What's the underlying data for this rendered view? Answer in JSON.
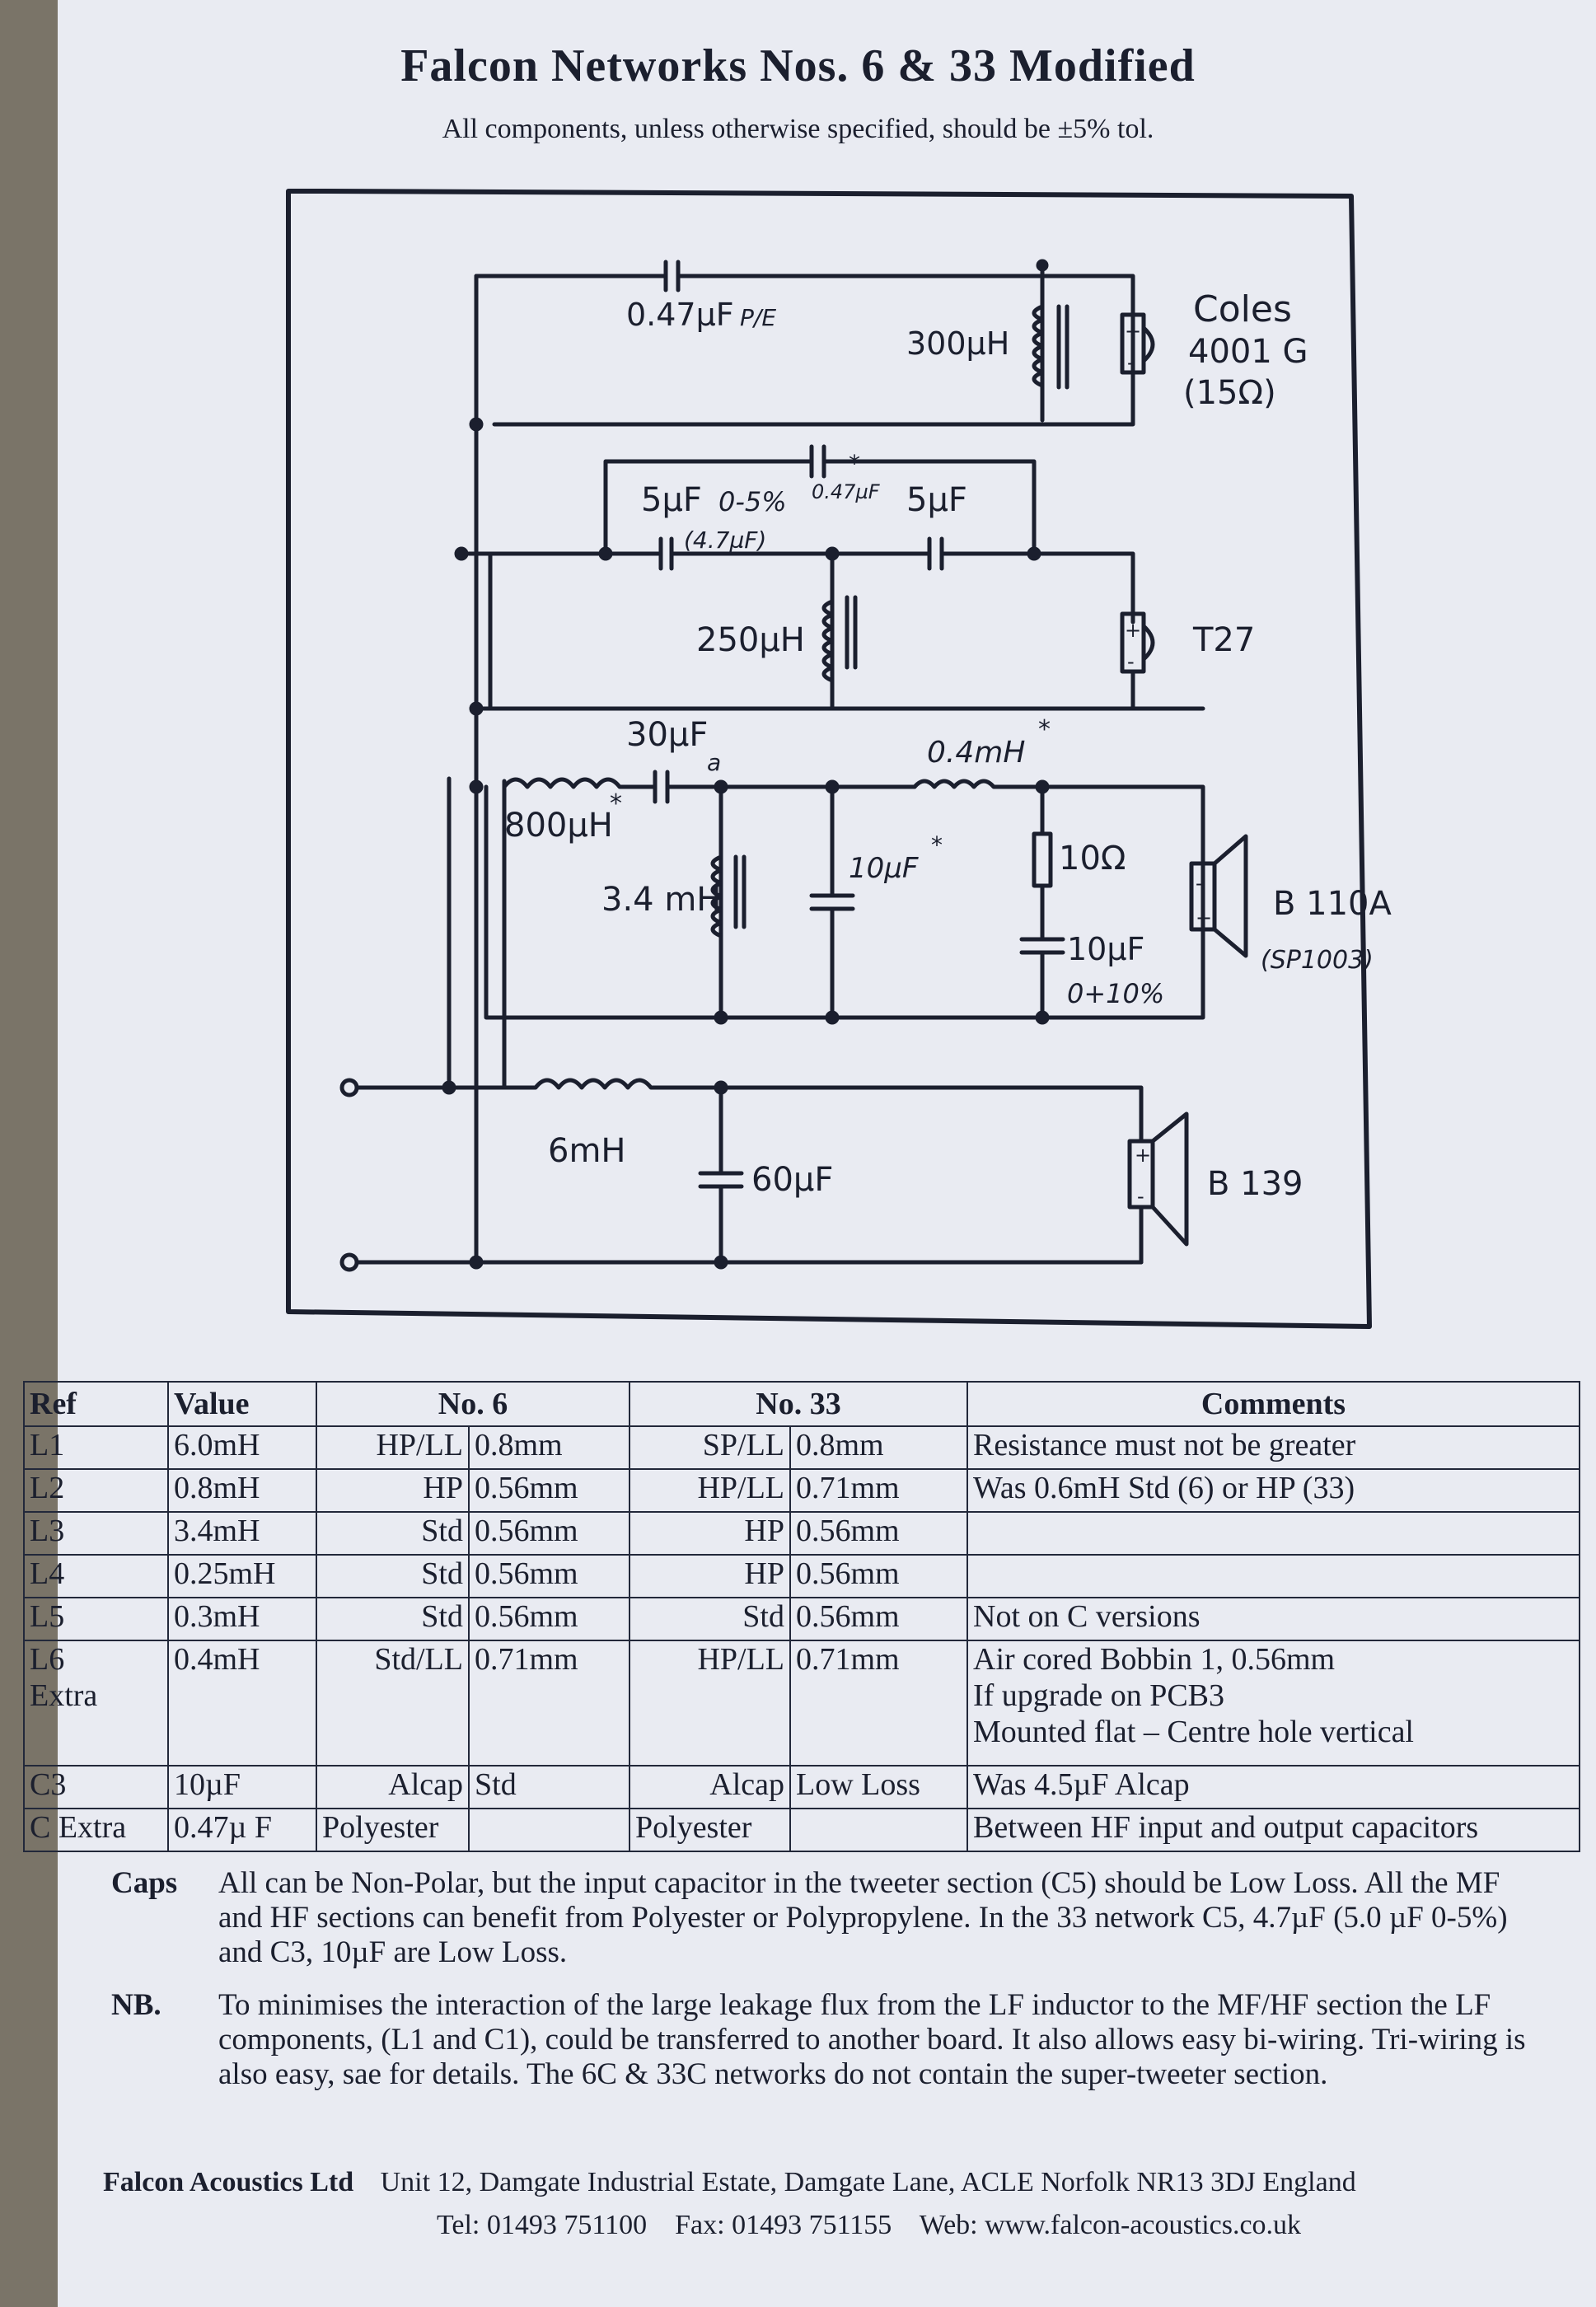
{
  "header": {
    "title": "Falcon Networks Nos. 6 & 33 Modified",
    "subtitle": "All components, unless otherwise specified, should be ±5% tol."
  },
  "schematic": {
    "c_top": "0.47µF",
    "c_top_note": "P/E",
    "l_top": "300µH",
    "super_tweeter_lines": [
      "Coles",
      "4001 G",
      "(15Ω)"
    ],
    "c5": "5µF",
    "c5_note1": "0-5%",
    "c5_note2": "(4.7µF)",
    "c_extra": "0.47µF",
    "c_extra_star": "*",
    "c4": "5µF",
    "l4": "250µH",
    "tweeter": "T27",
    "c3": "30µF",
    "c3_note": "a",
    "l2": "800µH",
    "l2_star": "*",
    "l6": "0.4mH",
    "l6_star": "*",
    "l3": "3.4 mH",
    "c2": "10µF",
    "c2_star": "*",
    "r1": "10Ω",
    "c_zobel": "10µF",
    "c_zobel_tol": "0+10%",
    "midrange": "B 110A",
    "midrange_alt": "(SP1003)",
    "l1": "6mH",
    "c1": "60µF",
    "woofer": "B 139",
    "plus": "+",
    "minus": "-"
  },
  "table": {
    "headers": {
      "ref": "Ref",
      "value": "Value",
      "no6": "No. 6",
      "no33": "No. 33",
      "comments": "Comments"
    },
    "rows": [
      {
        "ref": "L1",
        "value": "6.0mH",
        "n6_type": "HP/LL",
        "n6_wire": "0.8mm",
        "n33_type": "SP/LL",
        "n33_wire": "0.8mm",
        "comment": "Resistance must not be greater"
      },
      {
        "ref": "L2",
        "value": "0.8mH",
        "n6_type": "HP",
        "n6_wire": "0.56mm",
        "n33_type": "HP/LL",
        "n33_wire": "0.71mm",
        "comment": "Was 0.6mH Std (6) or HP (33)"
      },
      {
        "ref": "L3",
        "value": "3.4mH",
        "n6_type": "Std",
        "n6_wire": "0.56mm",
        "n33_type": "HP",
        "n33_wire": "0.56mm",
        "comment": ""
      },
      {
        "ref": "L4",
        "value": "0.25mH",
        "n6_type": "Std",
        "n6_wire": "0.56mm",
        "n33_type": "HP",
        "n33_wire": "0.56mm",
        "comment": ""
      },
      {
        "ref": "L5",
        "value": "0.3mH",
        "n6_type": "Std",
        "n6_wire": "0.56mm",
        "n33_type": "Std",
        "n33_wire": "0.56mm",
        "comment": "Not on C versions"
      }
    ],
    "l6": {
      "ref": "L6",
      "ref2": "Extra",
      "value": "0.4mH",
      "n6_type": "Std/LL",
      "n6_wire": "0.71mm",
      "n33_type": "HP/LL",
      "n33_wire": "0.71mm",
      "comment_lines": [
        "Air cored Bobbin 1, 0.56mm",
        "If upgrade on PCB3",
        "Mounted flat – Centre hole vertical"
      ]
    },
    "caps": [
      {
        "ref": "C3",
        "value": "10µF",
        "n6_type": "Alcap",
        "n6_wire": "Std",
        "n33_type": "Alcap",
        "n33_wire": "Low Loss",
        "comment": "Was 4.5µF Alcap"
      },
      {
        "ref": "C Extra",
        "value": "0.47µ F",
        "n6_type": "Polyester",
        "n6_wire": "",
        "n33_type": "Polyester",
        "n33_wire": "",
        "comment": "Between HF input and output capacitors"
      }
    ]
  },
  "notes": {
    "caps_label": "Caps",
    "caps_text": "All can be Non-Polar, but the input capacitor in the tweeter section (C5) should be Low Loss. All the MF and HF sections can benefit from Polyester or Polypropylene. In the 33 network C5, 4.7µF (5.0 µF 0-5%) and C3, 10µF are Low Loss.",
    "nb_label": "NB.",
    "nb_text": "To minimises the interaction of the large leakage flux from the LF inductor to the MF/HF section the LF components, (L1 and C1), could be transferred to another board. It also allows easy bi-wiring. Tri-wiring is also easy, sae for details. The 6C & 33C networks do not contain the super-tweeter section."
  },
  "footer": {
    "company": "Falcon Acoustics Ltd",
    "address": "Unit 12, Damgate Industrial Estate, Damgate Lane, ACLE Norfolk NR13 3DJ",
    "country": "England",
    "tel": "Tel: 01493 751100",
    "fax": "Fax: 01493 751155",
    "web": "Web: www.falcon-acoustics.co.uk"
  }
}
